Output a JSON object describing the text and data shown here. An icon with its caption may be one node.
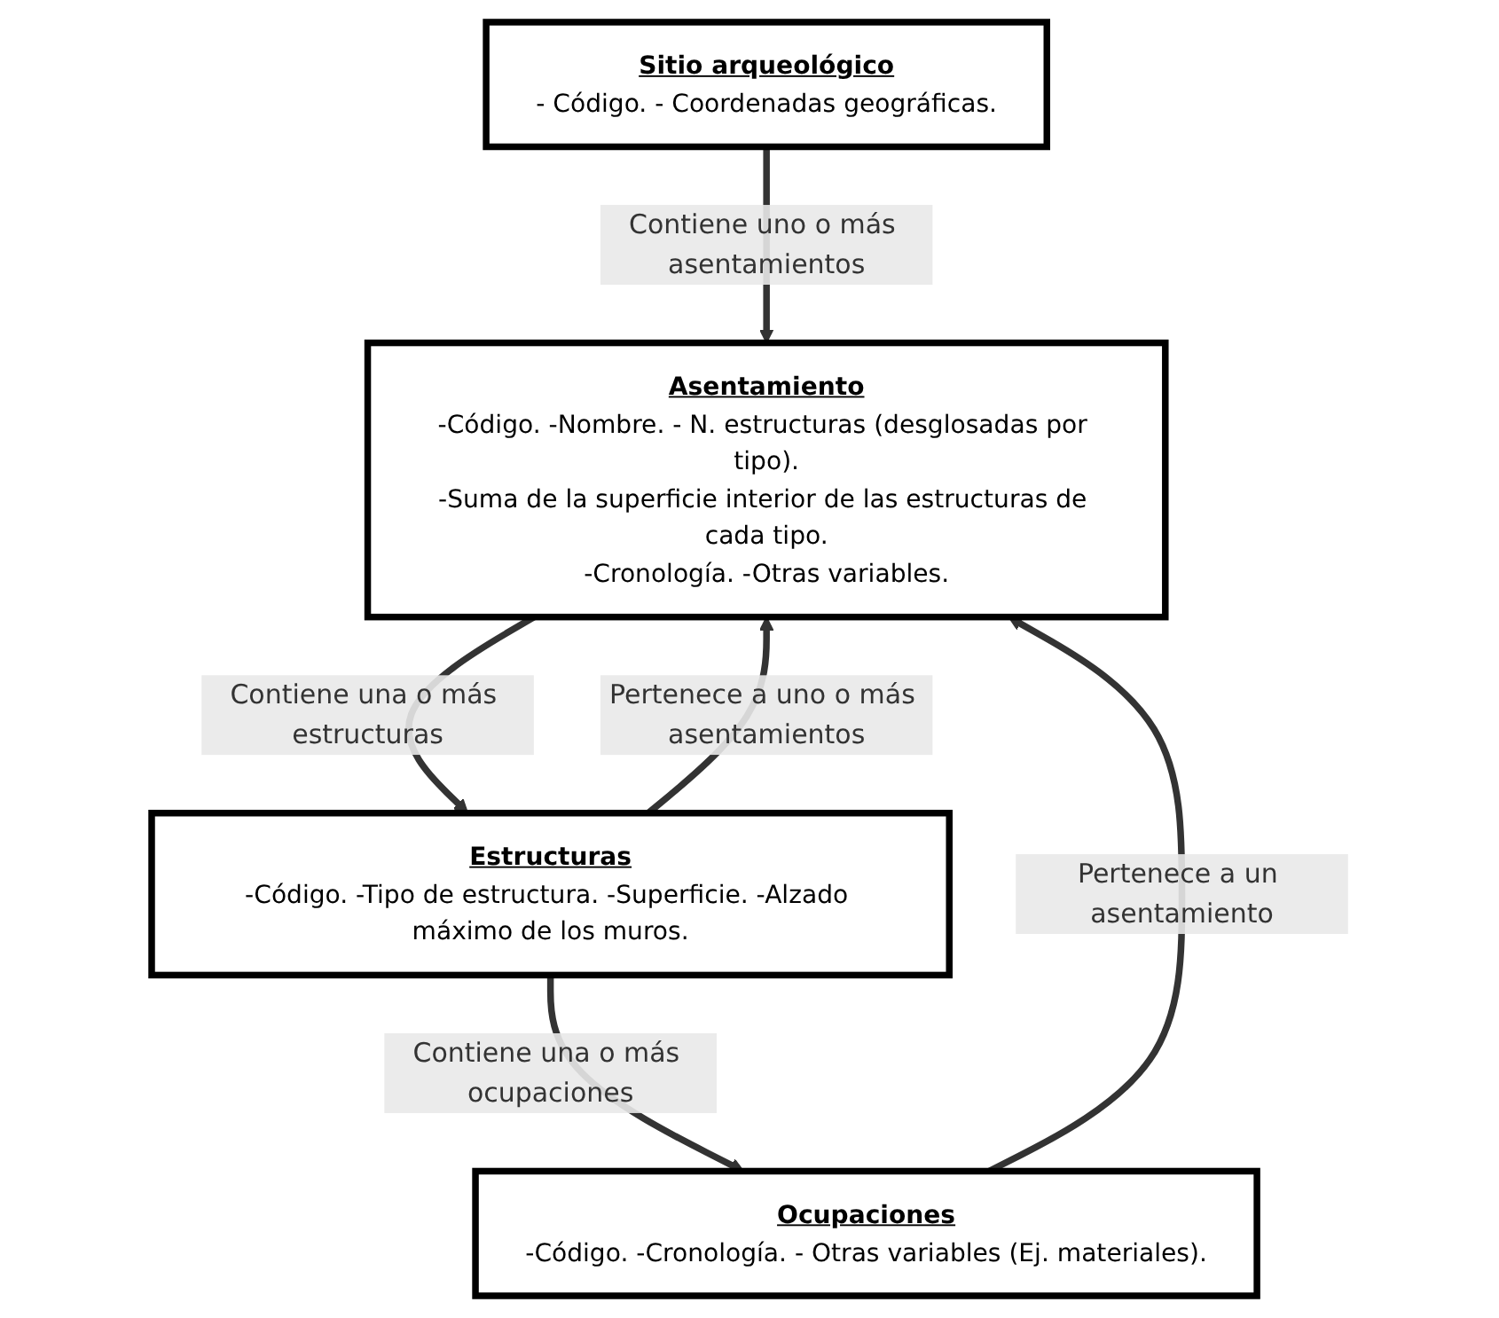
{
  "diagram": {
    "nodes": [
      {
        "text": [
          "Sitio arqueológico",
          "- Código. - Coordenadas geográficas."
        ]
      },
      {
        "text": [
          "Asentamiento",
          "-Código. -Nombre. - N. estructuras (desglosadas por tipo).",
          "-Suma de la superficie interior de las estructuras de cada tipo.",
          "-Cronología. -Otras variables."
        ]
      },
      {
        "text": [
          "Estructuras",
          "-Código. -Tipo de estructura. -Superficie. -Alzado máximo de los muros."
        ]
      },
      {
        "text": [
          "Ocupaciones",
          "-Código. -Cronología. - Otras variables (Ej. materiales)."
        ]
      }
    ],
    "edges": [
      {
        "from": 0,
        "to": 1,
        "arrow": "to",
        "label": "Contiene uno o más asentamientos"
      },
      {
        "from": 1,
        "to": 2,
        "arrow": "to",
        "label": "Contiene una o más estructuras"
      },
      {
        "from": 2,
        "to": 1,
        "arrow": "to",
        "label": "Pertenece a uno o más asentamientos"
      },
      {
        "from": 2,
        "to": 3,
        "arrow": "to",
        "label": "Contiene una o más ocupaciones"
      },
      {
        "from": 3,
        "to": 1,
        "arrow": "to",
        "label": "Pertenece a un asentamiento"
      }
    ]
  }
}
